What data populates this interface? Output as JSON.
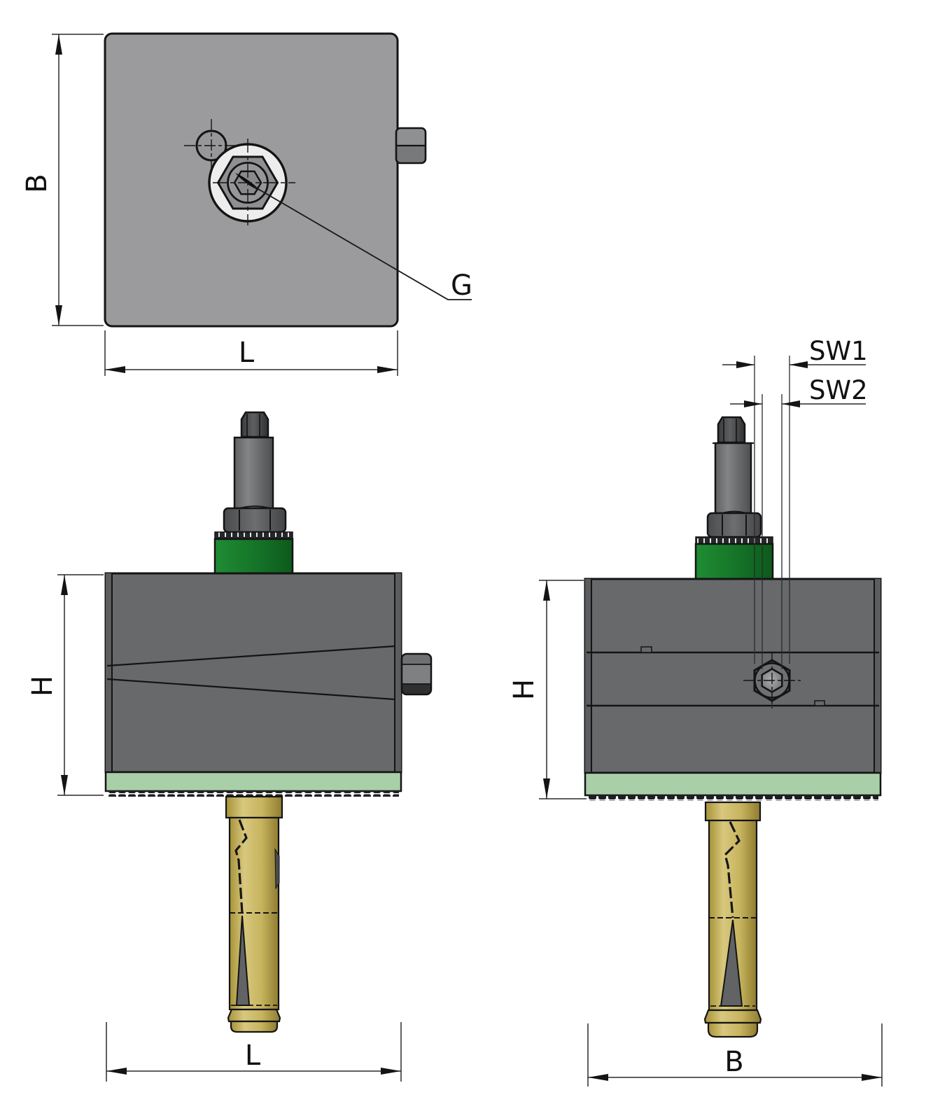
{
  "views": {
    "top_view": {
      "dim_width_label": "B",
      "dim_length_label": "L",
      "thread_label": "G"
    },
    "front_view": {
      "dim_height_label": "H",
      "dim_length_label": "L"
    },
    "side_view": {
      "dim_height_label": "H",
      "dim_width_label": "B",
      "wrench_size_1_label": "SW1",
      "wrench_size_2_label": "SW2"
    }
  },
  "colors": {
    "background": "#ffffff",
    "outline": "#141414",
    "dim_line": "#2a2a2a",
    "plate_gray": "#9b9b9d",
    "block_gray": "#67696b",
    "block_edge_gray": "#5b5d5f",
    "fitting_ring_white": "#ededee",
    "green_cap": "#17782a",
    "green_base": "#a9cfa9",
    "brass": "#c7b45e",
    "wedge_gray": "#616365"
  }
}
